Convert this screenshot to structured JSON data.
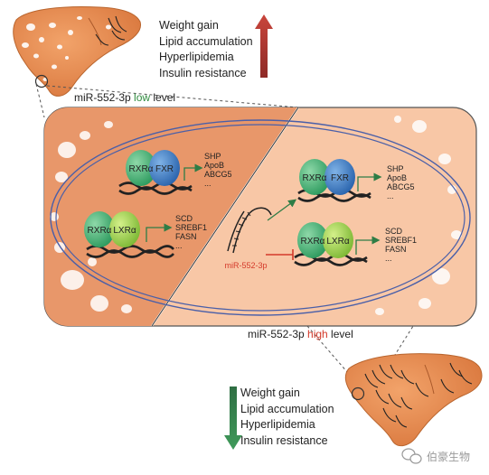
{
  "top_outcomes": [
    "Weight gain",
    "Lipid accumulation",
    "Hyperlipidemia",
    "Insulin resistance"
  ],
  "bottom_outcomes": [
    "Weight gain",
    "Lipid accumulation",
    "Hyperlipidemia",
    "Insulin resistance"
  ],
  "low_label": {
    "prefix": "miR-552-3p ",
    "word": "low",
    "suffix": " level"
  },
  "high_label": {
    "prefix": "miR-552-3p ",
    "word": "high",
    "suffix": " level"
  },
  "mirna_label": "miR-552-3p",
  "receptors": {
    "rxr": "RXRα",
    "fxr": "FXR",
    "lxr": "LXRα"
  },
  "fxr_targets": [
    "SHP",
    "ApoB",
    "ABCG5",
    "..."
  ],
  "lxr_targets": [
    "SCD",
    "SREBF1",
    "FASN",
    "..."
  ],
  "watermark": "伯豪生物",
  "colors": {
    "up_arrow": "#b03a32",
    "down_arrow": "#2f7a46",
    "low_word": "#2e8b3e",
    "high_word": "#d43a2a",
    "mirna_text": "#d43a2a",
    "fxr": "#2f6fb8",
    "rxr": "#35a66a",
    "lxr": "#8cc63f",
    "left_panel": "#e8976a",
    "right_panel": "#f8c7a6"
  }
}
